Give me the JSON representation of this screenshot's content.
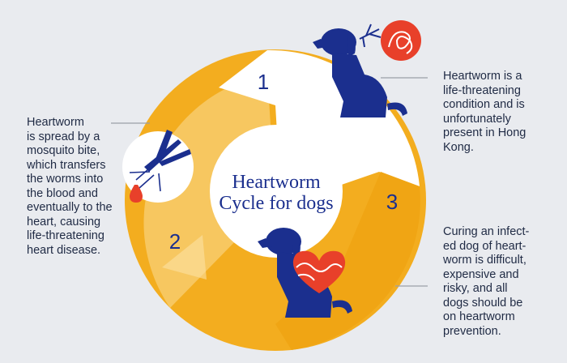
{
  "center_title": {
    "line1": "Heartworm",
    "line2": "Cycle for dogs"
  },
  "steps": [
    {
      "number": "1"
    },
    {
      "number": "2"
    },
    {
      "number": "3"
    }
  ],
  "notes": {
    "left": "Heartworm\nis spread by a\nmosquito bite,\nwhich transfers\nthe worms into\nthe blood and\neventually to the\nheart, causing\nlife-threatening\nheart disease.",
    "top_right": "Heartworm is a\nlife-threatening\ncondition and is\nunfortunately\npresent in Hong\nKong.",
    "bottom_right": "Curing an infect-\ned dog of heart-\nworm is difficult,\nexpensive and\nrisky, and all\ndogs should be\non heartworm\nprevention."
  },
  "colors": {
    "background": "#e9ebef",
    "orange": "#f3ad1f",
    "orange_light": "#f6c65f",
    "orange_pale": "#f8d98f",
    "white": "#ffffff",
    "navy": "#1b2f8e",
    "red": "#e8402a",
    "text": "#1f2a44",
    "line": "#9a9fa8"
  },
  "icons": [
    "dog-icon",
    "mosquito-icon",
    "heart-icon",
    "heartworm-badge-icon",
    "blood-drop-icon"
  ]
}
